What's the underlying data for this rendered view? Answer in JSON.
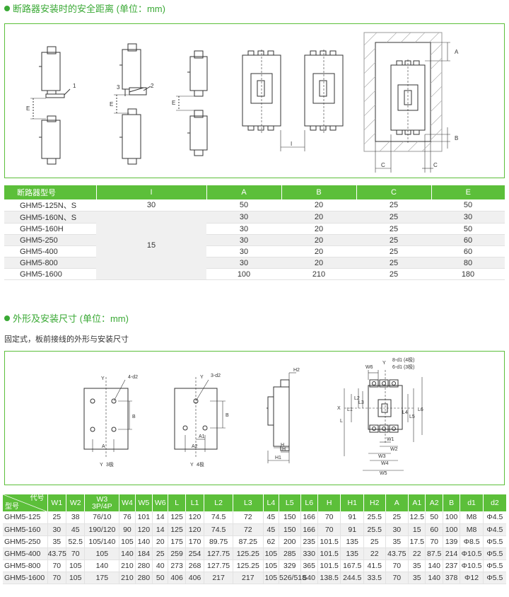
{
  "section1": {
    "title": "断路器安装时的安全距离 (单位：mm)"
  },
  "section2": {
    "title": "外形及安装尺寸 (单位：mm)",
    "subtitle": "固定式，板前接线的外形与安装尺寸"
  },
  "diagram1_labels": {
    "n1": "1",
    "n2": "2",
    "n3": "3",
    "e": "E",
    "i": "I",
    "a": "A",
    "b": "B",
    "c": "C"
  },
  "diagram2_labels": {
    "y": "Y",
    "x": "X",
    "d2_4": "4-d2",
    "d2_3": "3-d2",
    "a": "A",
    "b": "B",
    "a1": "A1",
    "a2": "A2",
    "pole3": "3极",
    "pole4": "4极",
    "h": "H",
    "h1": "H1",
    "h2": "H2",
    "w1": "W1",
    "w2": "W2",
    "w3": "W3",
    "w4": "W4",
    "w5": "W5",
    "w6": "W6",
    "l": "L",
    "l1": "L1",
    "l2": "L2",
    "l3": "L3",
    "l4": "L4",
    "l5": "L5",
    "l6": "L6",
    "d1_8": "8-d1 (4极)",
    "d1_6": "6-d1 (3极)"
  },
  "table1": {
    "headers": [
      "断路器型号",
      "I",
      "A",
      "B",
      "C",
      "E"
    ],
    "merged_i": "15",
    "rows": [
      {
        "model": "GHM5-125N、S",
        "i": "30",
        "a": "50",
        "b": "20",
        "c": "25",
        "e": "50"
      },
      {
        "model": "GHM5-160N、S",
        "i": "",
        "a": "30",
        "b": "20",
        "c": "25",
        "e": "30"
      },
      {
        "model": "GHM5-160H",
        "i": "",
        "a": "30",
        "b": "20",
        "c": "25",
        "e": "50"
      },
      {
        "model": "GHM5-250",
        "i": "",
        "a": "30",
        "b": "20",
        "c": "25",
        "e": "60"
      },
      {
        "model": "GHM5-400",
        "i": "",
        "a": "30",
        "b": "20",
        "c": "25",
        "e": "60"
      },
      {
        "model": "GHM5-800",
        "i": "",
        "a": "30",
        "b": "20",
        "c": "25",
        "e": "80"
      },
      {
        "model": "GHM5-1600",
        "i": "",
        "a": "100",
        "b": "210",
        "c": "25",
        "e": "180"
      }
    ]
  },
  "table2": {
    "corner_top": "代号",
    "corner_bottom": "型号",
    "headers": [
      "W1",
      "W2",
      "W3",
      "3P/4P",
      "W4",
      "W5",
      "W6",
      "L",
      "L1",
      "L2",
      "L3",
      "L4",
      "L5",
      "L6",
      "H",
      "H1",
      "H2",
      "A",
      "A1",
      "A2",
      "B",
      "d1",
      "d2"
    ],
    "rows": [
      [
        "GHM5-125",
        "25",
        "38",
        "76/10",
        "76",
        "101",
        "14",
        "125",
        "120",
        "74.5",
        "72",
        "45",
        "150",
        "166",
        "70",
        "91",
        "25.5",
        "25",
        "12.5",
        "50",
        "100",
        "M8",
        "Φ4.5"
      ],
      [
        "GHM5-160",
        "30",
        "45",
        "190/120",
        "90",
        "120",
        "14",
        "125",
        "120",
        "74.5",
        "72",
        "45",
        "150",
        "166",
        "70",
        "91",
        "25.5",
        "30",
        "15",
        "60",
        "100",
        "M8",
        "Φ4.5"
      ],
      [
        "GHM5-250",
        "35",
        "52.5",
        "105/140",
        "105",
        "140",
        "20",
        "175",
        "170",
        "89.75",
        "87.25",
        "62",
        "200",
        "235",
        "101.5",
        "135",
        "25",
        "35",
        "17.5",
        "70",
        "139",
        "Φ8.5",
        "Φ5.5"
      ],
      [
        "GHM5-400",
        "43.75",
        "70",
        "105",
        "140",
        "184",
        "25",
        "259",
        "254",
        "127.75",
        "125.25",
        "105",
        "285",
        "330",
        "101.5",
        "135",
        "22",
        "43.75",
        "22",
        "87.5",
        "214",
        "Φ10.5",
        "Φ5.5"
      ],
      [
        "GHM5-800",
        "70",
        "105",
        "140",
        "210",
        "280",
        "40",
        "273",
        "268",
        "127.75",
        "125.25",
        "105",
        "329",
        "365",
        "101.5",
        "167.5",
        "41.5",
        "70",
        "35",
        "140",
        "237",
        "Φ10.5",
        "Φ5.5"
      ],
      [
        "GHM5-1600",
        "70",
        "105",
        "175",
        "210",
        "280",
        "50",
        "406",
        "406",
        "217",
        "217",
        "105",
        "526/518",
        "540",
        "138.5",
        "244.5",
        "33.5",
        "70",
        "35",
        "140",
        "378",
        "Φ12",
        "Φ5.5"
      ]
    ]
  }
}
